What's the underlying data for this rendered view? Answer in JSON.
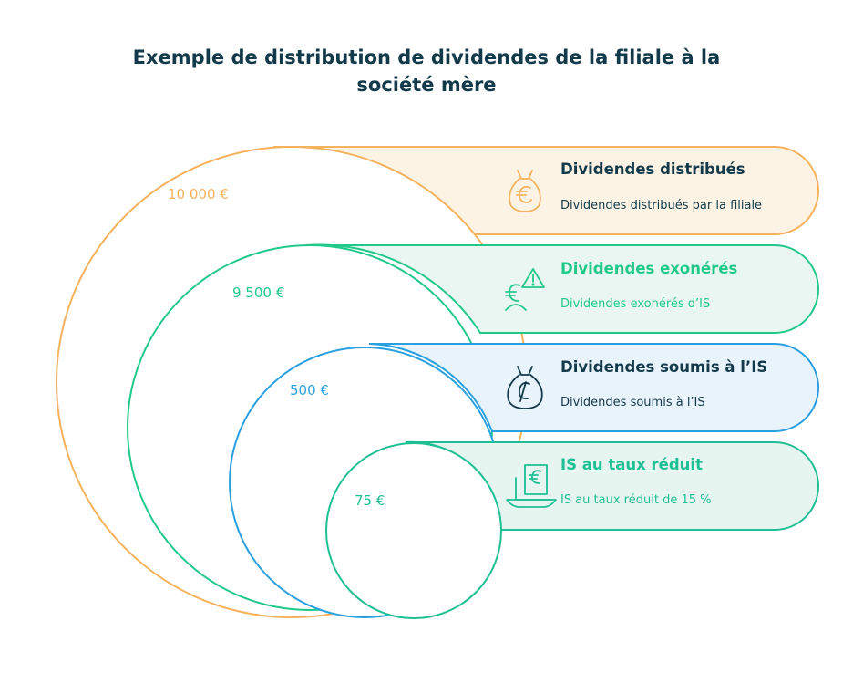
{
  "title": {
    "line1": "Exemple de distribution de dividendes de la filiale à la",
    "line2": "société mère"
  },
  "colors": {
    "title": "#123a4a",
    "orange": "#f5b25c",
    "orange_fill": "#fdf3e4",
    "green": "#20c98a",
    "green_fill": "#e9f6f1",
    "blue": "#2aa0e0",
    "blue_fill": "#e9f3fb",
    "teal": "#1fbf94",
    "teal_fill": "#e7f5f0",
    "dark": "#123a4a"
  },
  "items": [
    {
      "value": "10 000 €",
      "heading": "Dividendes distribués",
      "description": "Dividendes distribués par la filiale",
      "icon": "money-bag-euro-icon"
    },
    {
      "value": "9 500 €",
      "heading": "Dividendes exonérés",
      "description": "Dividendes exonérés d’IS",
      "icon": "exemption-warning-icon"
    },
    {
      "value": "500 €",
      "heading": "Dividendes soumis à l’IS",
      "description": "Dividendes soumis à l’IS",
      "icon": "money-bag-icon"
    },
    {
      "value": "75 €",
      "heading": "IS au taux réduit",
      "description": "IS au taux réduit de 15 %",
      "icon": "tax-receipt-icon"
    }
  ]
}
